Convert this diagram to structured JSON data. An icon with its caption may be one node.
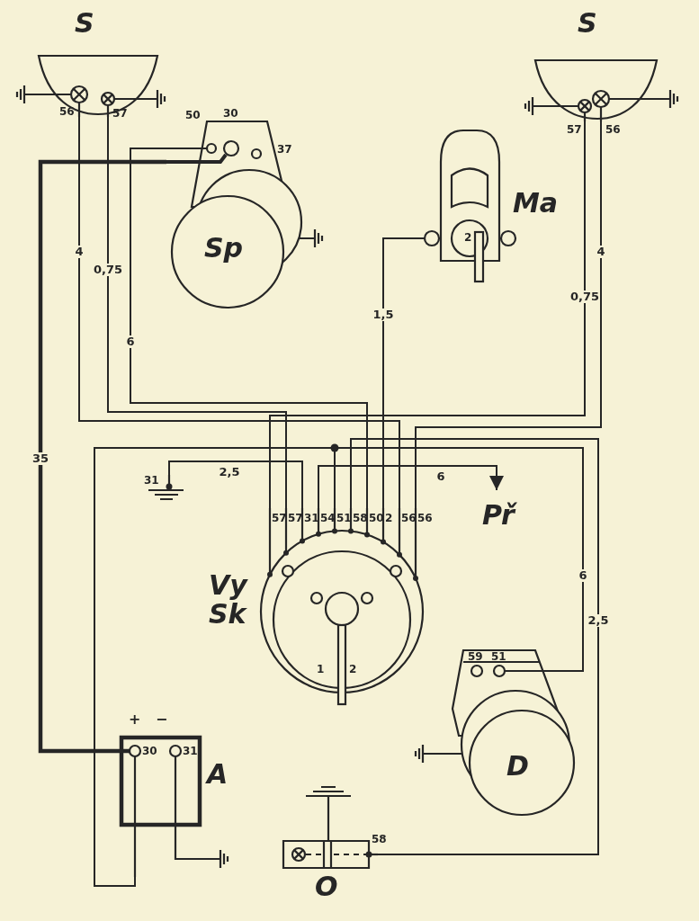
{
  "diagram": {
    "nodes": [
      {
        "text": [
          "S"
        ]
      },
      {
        "text": [
          "S"
        ]
      },
      {
        "text": [
          "Sp"
        ]
      },
      {
        "text": [
          "Ma"
        ]
      },
      {
        "text": [
          "31"
        ]
      },
      {
        "text": [
          "Př"
        ]
      },
      {
        "text": [
          "Vy Sk"
        ]
      },
      {
        "text": [
          "D"
        ]
      },
      {
        "text": [
          "A"
        ]
      },
      {
        "text": [
          "O"
        ]
      }
    ],
    "edges": [
      {
        "from": 0,
        "to": 6,
        "arrow": "none",
        "label": "4"
      },
      {
        "from": 0,
        "to": 6,
        "arrow": "none",
        "label": "0,75"
      },
      {
        "from": 1,
        "to": 6,
        "arrow": "none",
        "label": "4"
      },
      {
        "from": 1,
        "to": 6,
        "arrow": "none",
        "label": "0,75"
      },
      {
        "from": 2,
        "to": 6,
        "arrow": "none",
        "label": "6"
      },
      {
        "from": 2,
        "to": 8,
        "arrow": "none",
        "label": "35",
        "style": "thick"
      },
      {
        "from": 3,
        "to": 6,
        "arrow": "none",
        "label": "1,5"
      },
      {
        "from": 6,
        "to": 4,
        "arrow": "none",
        "label": "2,5"
      },
      {
        "from": 6,
        "to": 5,
        "arrow": "to",
        "label": "6"
      },
      {
        "from": 8,
        "to": 6,
        "arrow": "none"
      },
      {
        "from": 7,
        "to": 6,
        "arrow": "none",
        "label": "6"
      },
      {
        "from": 9,
        "to": 6,
        "arrow": "none",
        "label": "2,5"
      }
    ],
    "labels": [
      "56",
      "57",
      "57",
      "56",
      "50",
      "30",
      "37",
      "2",
      "57",
      "57",
      "31",
      "54",
      "51",
      "58",
      "50",
      "2",
      "56",
      "56",
      "1",
      "2",
      "59",
      "51",
      "+",
      "−",
      "30",
      "31",
      "58"
    ]
  }
}
